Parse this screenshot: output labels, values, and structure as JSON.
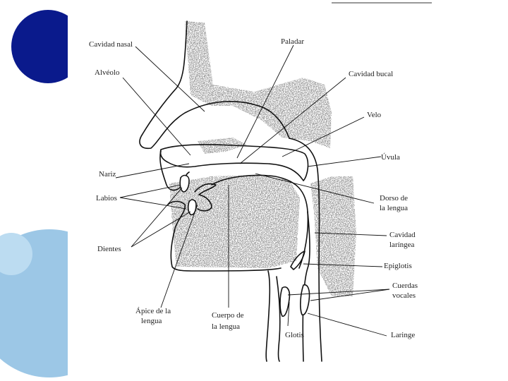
{
  "theme": {
    "circle_dark": "#0a1a8c",
    "circle_light": "#9cc7e6",
    "circle_lighter": "#bcdcf1",
    "stipple": "#8a8a8a"
  },
  "labels": {
    "cavidad_nasal": "Cavidad nasal",
    "paladar": "Paladar",
    "alveolo": "Alvéolo",
    "cavidad_bucal": "Cavidad bucal",
    "velo": "Velo",
    "uvula": "Úvula",
    "nariz": "Nariz",
    "labios": "Labios",
    "dorso_1": "Dorso de",
    "dorso_2": "la lengua",
    "cavidad_laringea_1": "Cavidad",
    "cavidad_laringea_2": "laríngea",
    "dientes": "Dientes",
    "epiglotis": "Epiglotis",
    "cuerdas_1": "Cuerdas",
    "cuerdas_2": "vocales",
    "apice_1": "Ápice de la",
    "apice_2": "lengua",
    "cuerpo_1": "Cuerpo de",
    "cuerpo_2": "la lengua",
    "glotis": "Glotis",
    "laringe": "Laringe"
  }
}
